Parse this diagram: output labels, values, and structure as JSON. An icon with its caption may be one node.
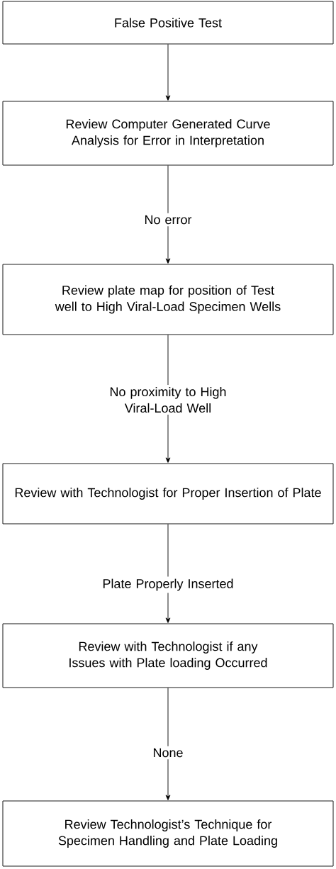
{
  "diagram": {
    "nodes": [
      {
        "text": [
          "False Positive Test"
        ]
      },
      {
        "text": [
          "Review Computer Generated Curve Analysis for Error in Interpretation"
        ]
      },
      {
        "text": [
          "Review plate map for position of Test well to High Viral-Load Specimen Wells"
        ]
      },
      {
        "text": [
          "Review with Technologist for Proper Insertion of Plate"
        ]
      },
      {
        "text": [
          "Review with Technologist if any Issues with Plate loading Occurred"
        ]
      },
      {
        "text": [
          "Review Technologist’s Technique for Specimen Handling and Plate Loading"
        ]
      }
    ],
    "edges": [
      {
        "from": 0,
        "to": 1,
        "arrow": "to"
      },
      {
        "from": 1,
        "to": 2,
        "arrow": "to",
        "label": "No error"
      },
      {
        "from": 2,
        "to": 3,
        "arrow": "to",
        "label": "No proximity to High Viral-Load Well"
      },
      {
        "from": 3,
        "to": 4,
        "arrow": "to",
        "label": "Plate Properly Inserted"
      },
      {
        "from": 4,
        "to": 5,
        "arrow": "to",
        "label": "None"
      }
    ]
  }
}
